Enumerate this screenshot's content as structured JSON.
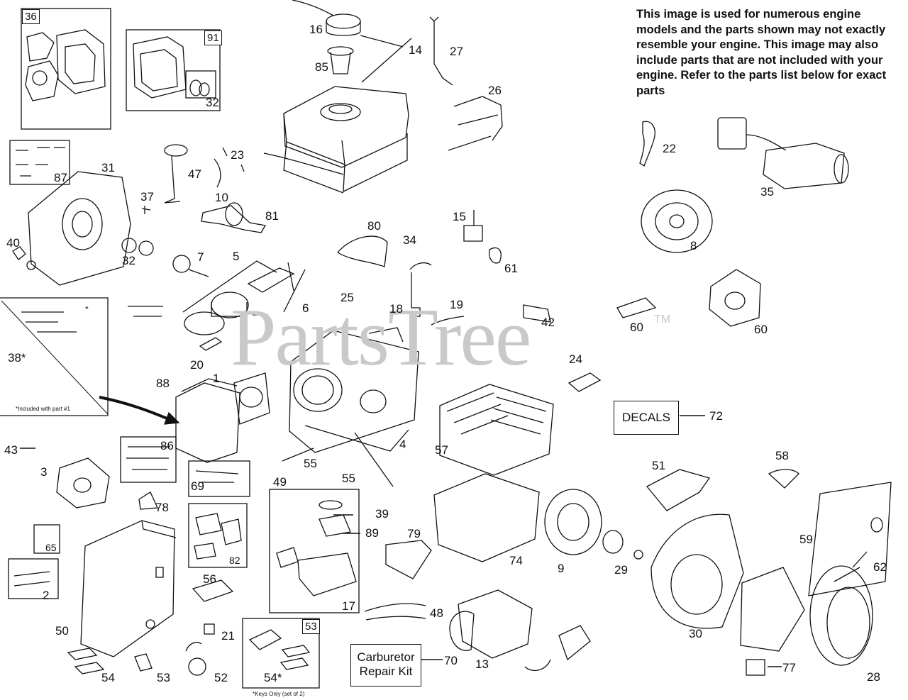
{
  "note": "This image is used for numerous engine models and the parts shown may not exactly resemble your engine. This image may also include parts that are not included with your engine. Refer to the parts list below for exact parts",
  "watermark": {
    "text": "PartsTree",
    "mark": "TM"
  },
  "callouts": {
    "decals": "DECALS",
    "decals_ref": "72",
    "carb_line1": "Carburetor",
    "carb_line2": "Repair Kit",
    "carb_ref": "70"
  },
  "box_tags": {
    "b36": "36",
    "b91": "91",
    "b53": "53"
  },
  "small_notes": {
    "included": "*Included with part #1",
    "keys": "*Keys Only (set of 2)",
    "asterisk": "*"
  },
  "labels": {
    "p16": "16",
    "p14": "14",
    "p27": "27",
    "p85": "85",
    "p26": "26",
    "p22": "22",
    "p35": "35",
    "p32a": "32",
    "p23": "23",
    "p47": "47",
    "p87": "87",
    "p31": "31",
    "p37": "37",
    "p10": "10",
    "p81": "81",
    "p40": "40",
    "p32b": "32",
    "p7": "7",
    "p5": "5",
    "p80": "80",
    "p15": "15",
    "p34": "34",
    "p61": "61",
    "p8": "8",
    "p25": "25",
    "p6": "6",
    "p18": "18",
    "p19": "19",
    "p42": "42",
    "p60a": "60",
    "p60b": "60",
    "p38": "38*",
    "p20": "20",
    "p1": "1",
    "p88": "88",
    "p24": "24",
    "p43": "43",
    "p86": "86",
    "p4": "4",
    "p57": "57",
    "p3": "3",
    "p55a": "55",
    "p55b": "55",
    "p69": "69",
    "p49": "49",
    "p51": "51",
    "p58": "58",
    "p39": "39",
    "p78": "78",
    "p89": "89",
    "p65": "65",
    "p82": "82",
    "p79": "79",
    "p74": "74",
    "p9": "9",
    "p29": "29",
    "p59": "59",
    "p62": "62",
    "p2": "2",
    "p56": "56",
    "p30": "30",
    "p50": "50",
    "p17": "17",
    "p48": "48",
    "p21": "21",
    "p13": "13",
    "p77": "77",
    "p54a": "54",
    "p53a": "53",
    "p52": "52",
    "p54b": "54*",
    "p28": "28"
  }
}
